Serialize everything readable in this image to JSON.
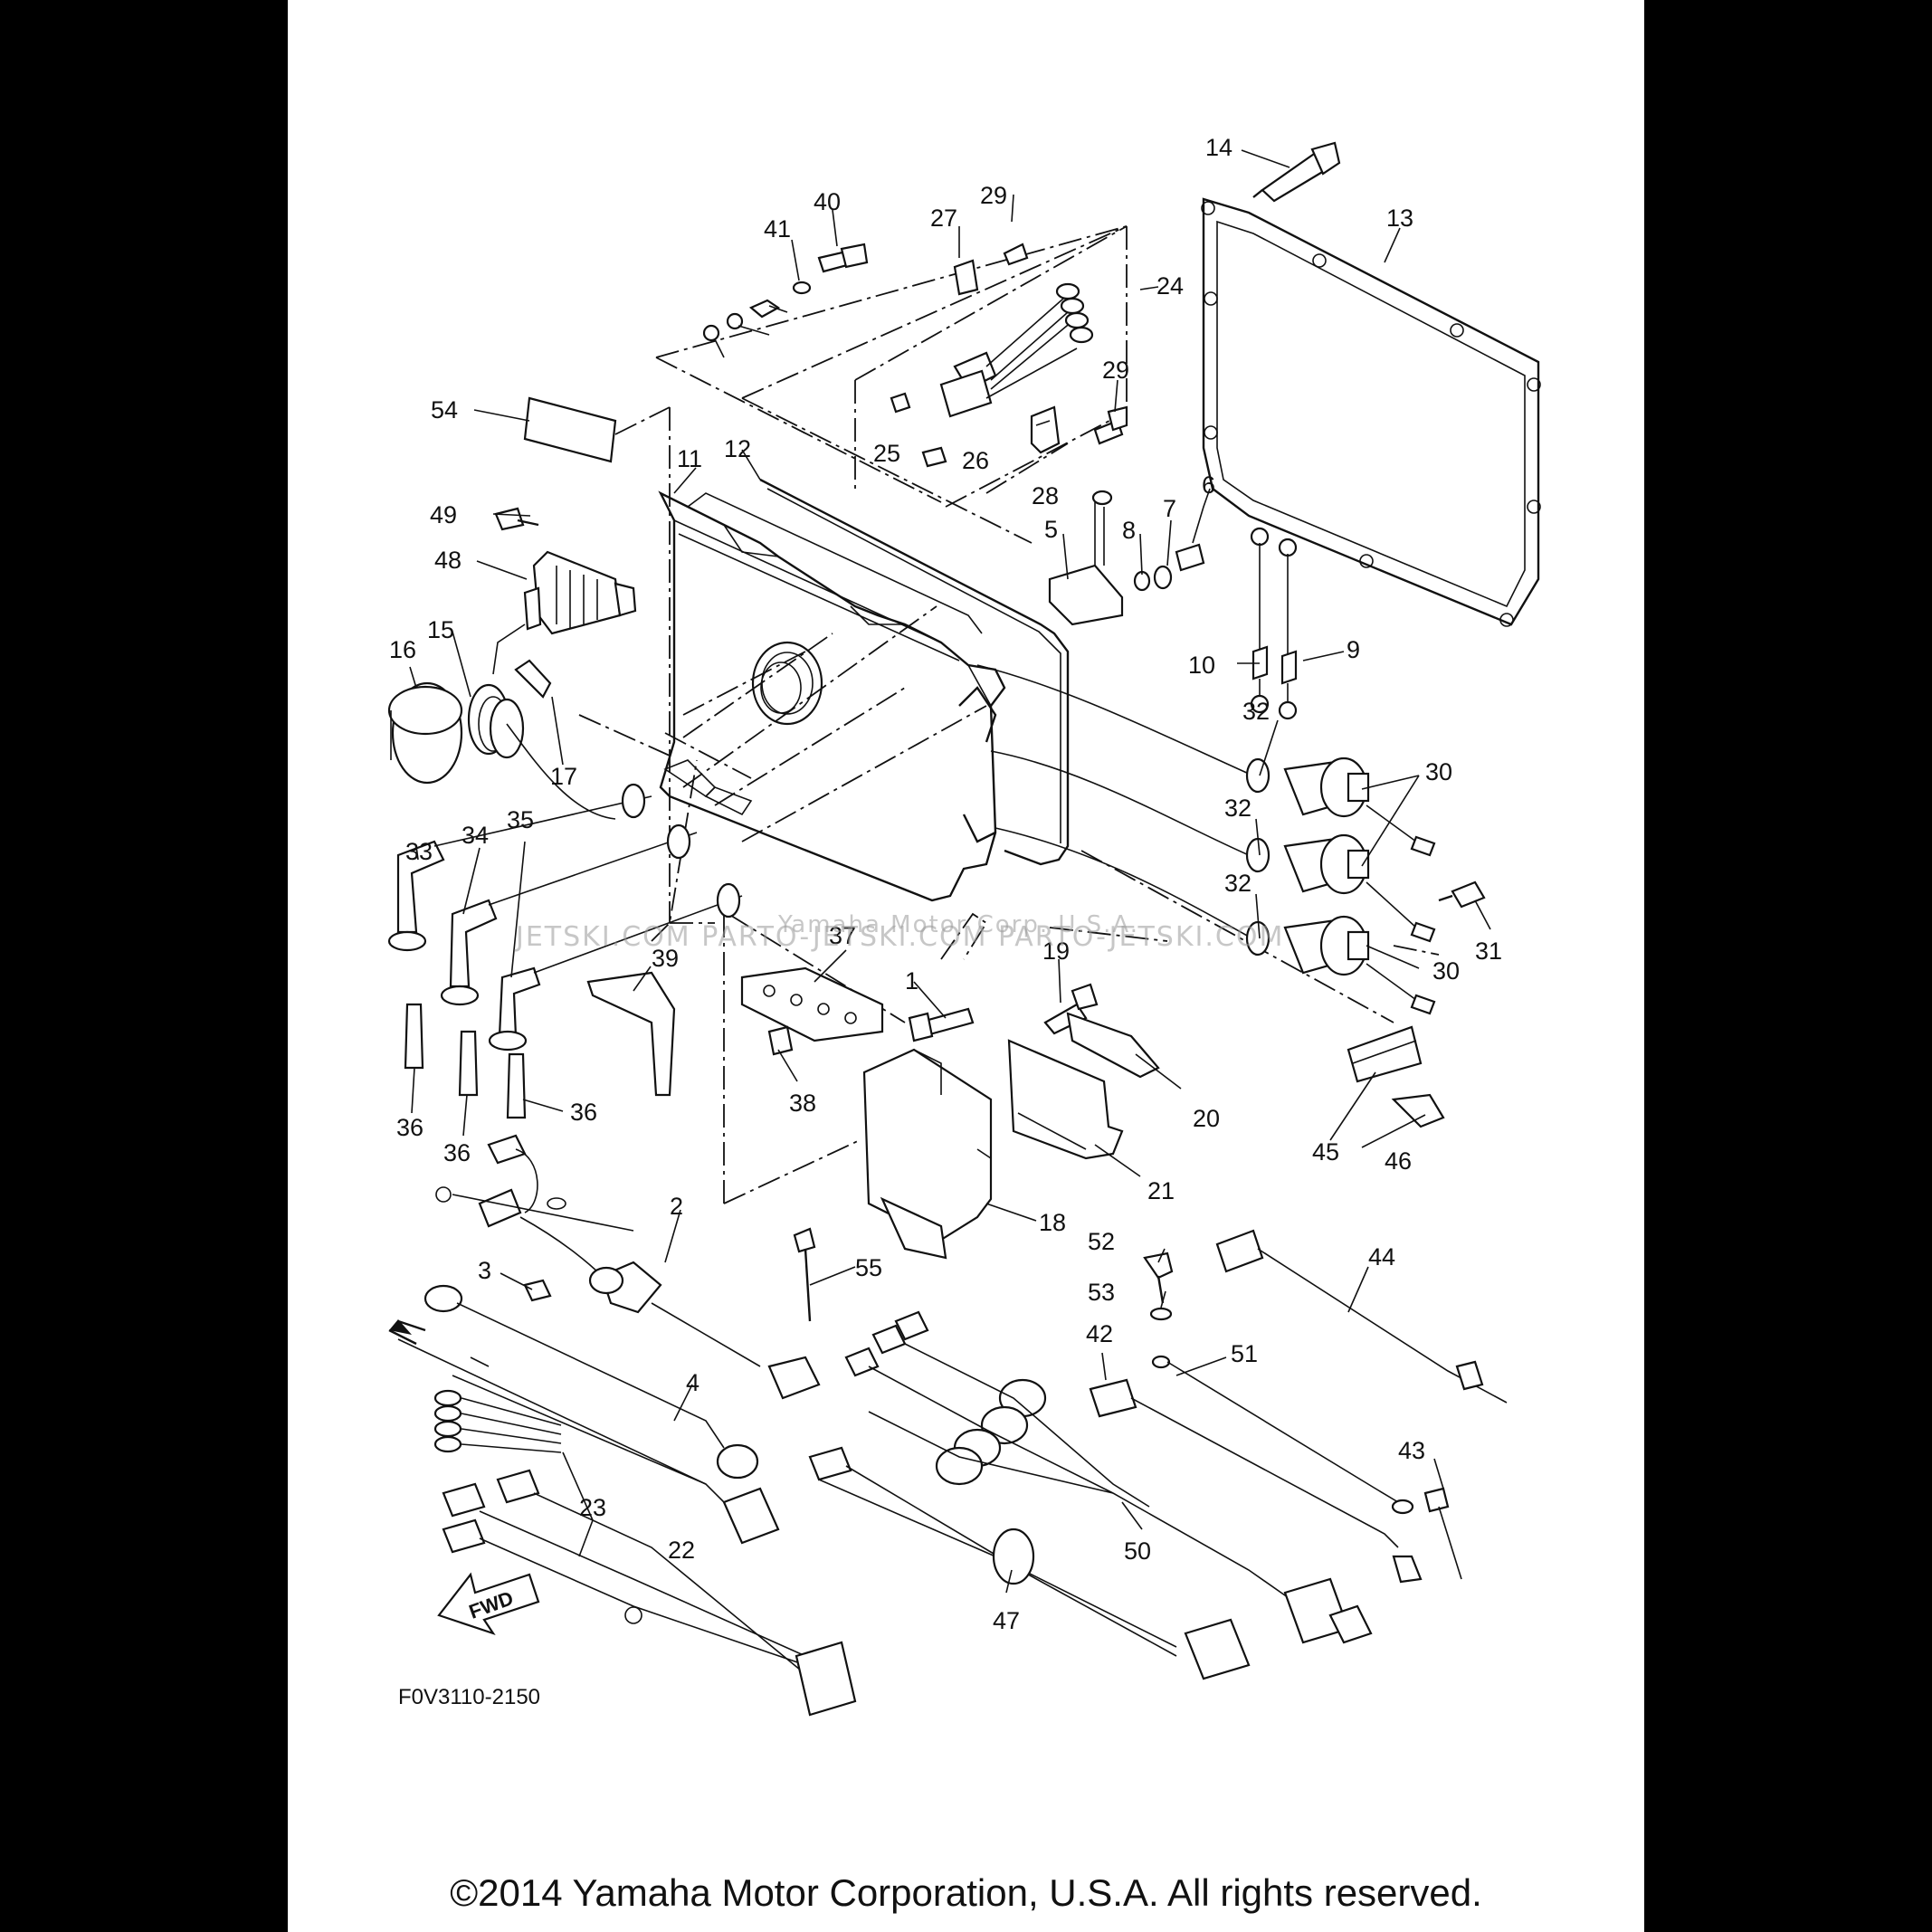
{
  "diagram": {
    "code": "F0V3110-2150",
    "fwd_label": "FWD",
    "copyright": "©2014 Yamaha Motor Corporation, U.S.A. All rights reserved.",
    "watermark": "JETSKI.COM  PARTO-JETSKI.COM  PARTO-JETSKI.COM",
    "watermark_overlay": "Yamaha Motor Corp. U.S.A.",
    "callouts": [
      "1",
      "2",
      "3",
      "4",
      "5",
      "6",
      "7",
      "8",
      "9",
      "10",
      "11",
      "12",
      "13",
      "14",
      "15",
      "16",
      "17",
      "18",
      "19",
      "20",
      "21",
      "22",
      "23",
      "24",
      "25",
      "26",
      "27",
      "28",
      "29",
      "29",
      "30",
      "30",
      "30",
      "31",
      "32",
      "32",
      "32",
      "33",
      "34",
      "35",
      "36",
      "36",
      "36",
      "37",
      "38",
      "39",
      "40",
      "41",
      "42",
      "43",
      "44",
      "45",
      "46",
      "47",
      "48",
      "49",
      "50",
      "51",
      "52",
      "53",
      "54",
      "55"
    ]
  }
}
